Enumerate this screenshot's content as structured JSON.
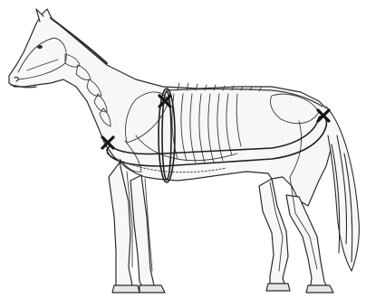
{
  "figure": {
    "subject": "horse-skeleton-overlay",
    "line_color": "#2b2b2b",
    "fill_color": "#f7f7f7",
    "marker_color": "#151515",
    "marker_symbol": "x",
    "markers": [
      {
        "id": "withers-point",
        "name": "withers-marker"
      },
      {
        "id": "point-of-shoulder",
        "name": "shoulder-marker"
      },
      {
        "id": "point-of-buttock",
        "name": "buttock-marker"
      }
    ],
    "measurement_loops": [
      {
        "id": "girth",
        "name": "girth-measurement-loop"
      },
      {
        "id": "body-length",
        "name": "body-length-measurement-loop"
      }
    ]
  }
}
